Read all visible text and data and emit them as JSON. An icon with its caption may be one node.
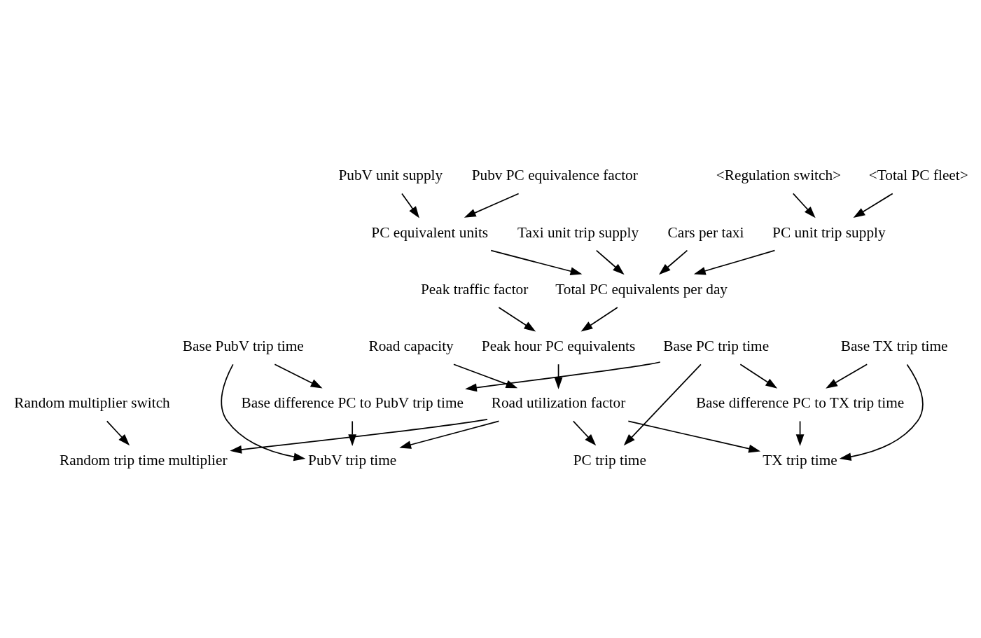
{
  "diagram": {
    "nodes": [
      {
        "text": [
          "PubV unit supply"
        ]
      },
      {
        "text": [
          "Pubv PC equivalence factor"
        ]
      },
      {
        "text": [
          "PC equivalent units"
        ]
      },
      {
        "text": [
          "Taxi unit trip supply"
        ]
      },
      {
        "text": [
          "Peak traffic factor"
        ]
      },
      {
        "text": [
          "Total PC equivalents per day"
        ]
      },
      {
        "text": [
          "Cars per taxi"
        ]
      },
      {
        "text": [
          "<Regulation switch>"
        ]
      },
      {
        "text": [
          "Peak hour PC equivalents"
        ]
      },
      {
        "text": [
          "PC unit trip supply"
        ]
      },
      {
        "text": [
          "<Total PC fleet>"
        ]
      },
      {
        "text": [
          "Road capacity"
        ]
      },
      {
        "text": [
          "Random multiplier switch"
        ]
      },
      {
        "text": [
          "Road utilization factor"
        ]
      },
      {
        "text": [
          "Random trip time multiplier"
        ]
      },
      {
        "text": [
          "PubV trip time"
        ]
      },
      {
        "text": [
          "PC trip time"
        ]
      },
      {
        "text": [
          "TX trip time"
        ]
      },
      {
        "text": [
          "Base PubV trip time"
        ]
      },
      {
        "text": [
          "Base PC trip time"
        ]
      },
      {
        "text": [
          "Base TX trip time"
        ]
      },
      {
        "text": [
          "Base difference PC to PubV trip time"
        ]
      },
      {
        "text": [
          "Base difference PC to TX trip time"
        ]
      }
    ],
    "edges": [
      {
        "from": 0,
        "to": 2,
        "arrow": "to"
      },
      {
        "from": 1,
        "to": 2,
        "arrow": "to"
      },
      {
        "from": 2,
        "to": 5,
        "arrow": "to"
      },
      {
        "from": 3,
        "to": 5,
        "arrow": "to"
      },
      {
        "from": 6,
        "to": 5,
        "arrow": "to"
      },
      {
        "from": 9,
        "to": 5,
        "arrow": "to"
      },
      {
        "from": 7,
        "to": 9,
        "arrow": "to"
      },
      {
        "from": 10,
        "to": 9,
        "arrow": "to"
      },
      {
        "from": 5,
        "to": 8,
        "arrow": "to"
      },
      {
        "from": 4,
        "to": 8,
        "arrow": "to"
      },
      {
        "from": 8,
        "to": 13,
        "arrow": "to"
      },
      {
        "from": 11,
        "to": 13,
        "arrow": "to"
      },
      {
        "from": 13,
        "to": 14,
        "arrow": "to"
      },
      {
        "from": 12,
        "to": 14,
        "arrow": "to"
      },
      {
        "from": 13,
        "to": 15,
        "arrow": "to"
      },
      {
        "from": 13,
        "to": 16,
        "arrow": "to"
      },
      {
        "from": 13,
        "to": 17,
        "arrow": "to"
      },
      {
        "from": 18,
        "to": 15,
        "arrow": "to"
      },
      {
        "from": 18,
        "to": 21,
        "arrow": "to"
      },
      {
        "from": 21,
        "to": 15,
        "arrow": "to"
      },
      {
        "from": 19,
        "to": 16,
        "arrow": "to"
      },
      {
        "from": 19,
        "to": 21,
        "arrow": "to"
      },
      {
        "from": 19,
        "to": 22,
        "arrow": "to"
      },
      {
        "from": 22,
        "to": 17,
        "arrow": "to"
      },
      {
        "from": 20,
        "to": 17,
        "arrow": "to"
      },
      {
        "from": 20,
        "to": 22,
        "arrow": "to"
      }
    ]
  }
}
